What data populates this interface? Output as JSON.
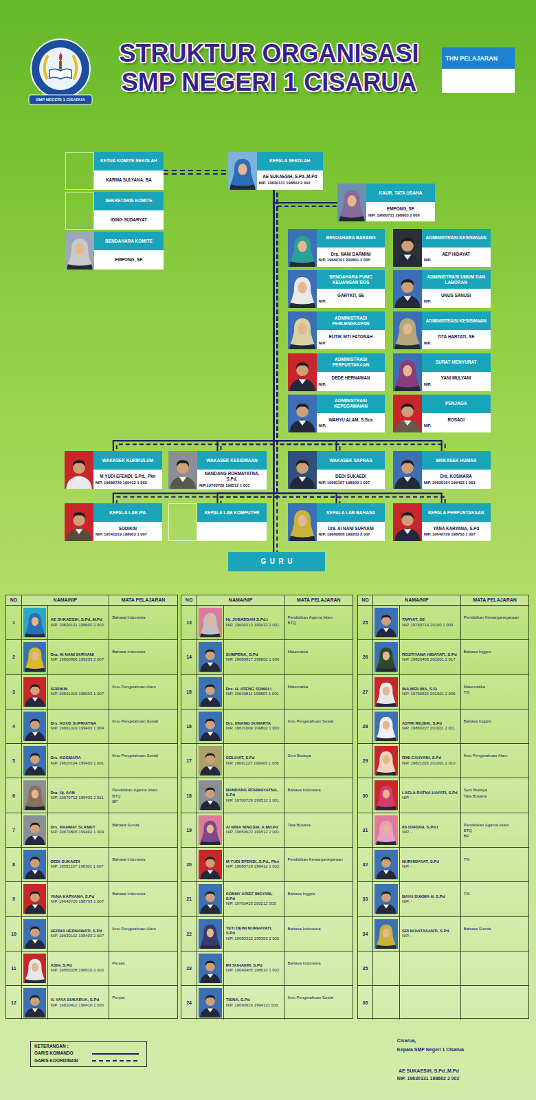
{
  "diagram": {
    "title": "STRUKTUR ORGANISASI SMP NEGERI 1 CISARUA",
    "nodes": [
      {
        "text": [
          "THN PELAJARAN"
        ]
      },
      {
        "text": [
          "KETUA KOMITE SEKOLAH",
          "KARMA SULYANA, BA"
        ]
      },
      {
        "text": [
          "KEPALA SEKOLAH",
          "AE SUKAESIH, S.Pd.,M.Pd",
          "NIP. 19630131 198602 2 002"
        ]
      },
      {
        "text": [
          "KAUR. TATA USAHA",
          "EMPONG, SE",
          "NIP. 19660711 198903 2 006"
        ]
      },
      {
        "text": [
          "SEKRETARIS KOMITE",
          "IDING SUDARYAT"
        ]
      },
      {
        "text": [
          "BENDAHARA KOMITE",
          "EMPONG, SE"
        ]
      },
      {
        "text": [
          "BENDAHARA BARANG",
          "Dra. NANI DARMINI",
          "NIP. 19660701 200801 2 005"
        ]
      },
      {
        "text": [
          "ADMINISTRASI KESISWAAN",
          "AEP HIDAYAT",
          "NIP."
        ]
      },
      {
        "text": [
          "BENDAHARA PUMC KEUANGAN BOS",
          "GARYATI, SE",
          "NIP."
        ]
      },
      {
        "text": [
          "ADMINISTRASI UMUM DAN LABORAN",
          "UNUS SANUSI",
          "NIP."
        ]
      },
      {
        "text": [
          "ADMINISTRASI PERLENGKAPAN",
          "EUTIK SITI FATONAH",
          "NIP."
        ]
      },
      {
        "text": [
          "ADMINISTRASI KESISWAAN",
          "TITA HARTATI, SE",
          "NIP."
        ]
      },
      {
        "text": [
          "ADMINISTRASI PERPUSTAKAAN",
          "DEDE HERNAWAN",
          "NIP."
        ]
      },
      {
        "text": [
          "SURAT MENYURAT",
          "YANI MULYANI",
          "NIP."
        ]
      },
      {
        "text": [
          "ADMINISTRASI KEPEGAWAIAN",
          "WAHYU ALAM, S.Sos",
          "NIP."
        ]
      },
      {
        "text": [
          "PENJAGA",
          "ROSADI",
          "NIP."
        ]
      },
      {
        "text": [
          "WAKASEK KURIKULUM",
          "M YUDI EFENDI, S.Pd., Pkn",
          "NIP. 19680729 199412 1 002"
        ]
      },
      {
        "text": [
          "WAKASEK KESISWAAN",
          "NANDANG ROHMAYATNA, S.Pd.",
          "NIP.19700729 199512 1 001"
        ]
      },
      {
        "text": [
          "WAKASEK SAPRAS",
          "DEDI SUKAEDI",
          "NIP. 19581107 198303 1 007"
        ]
      },
      {
        "text": [
          "WAKASEK HUMAS",
          "Drs. KOSMARA",
          "NIP. 19620104 199403 1 001"
        ]
      },
      {
        "text": [
          "KEPALA LAB IPA",
          "SODIKIN",
          "NIP. 19541019 198003 1 007"
        ]
      },
      {
        "text": [
          "KEPALA LAB KOMPUTER"
        ]
      },
      {
        "text": [
          "KEPALA LAB BAHASA",
          "Dra. AI NANI SURYANI",
          "NIP. 19660806 199203 2 007"
        ]
      },
      {
        "text": [
          "KEPALA PERPUSTAKAAN",
          "YANA KARYANA, S.Pd",
          "NIP. 19640720 198703 1 007"
        ]
      },
      {
        "text": [
          "GURU"
        ]
      }
    ],
    "edges": [
      {
        "from": 1,
        "to": 2,
        "arrow": "none"
      },
      {
        "from": 2,
        "to": 3,
        "arrow": "none"
      },
      {
        "from": 2,
        "to": 16,
        "arrow": "none"
      },
      {
        "from": 2,
        "to": 17,
        "arrow": "none"
      },
      {
        "from": 2,
        "to": 18,
        "arrow": "none"
      },
      {
        "from": 2,
        "to": 19,
        "arrow": "none"
      },
      {
        "from": 2,
        "to": 20,
        "arrow": "none"
      },
      {
        "from": 2,
        "to": 21,
        "arrow": "none"
      },
      {
        "from": 2,
        "to": 22,
        "arrow": "none"
      },
      {
        "from": 2,
        "to": 23,
        "arrow": "none"
      },
      {
        "from": 2,
        "to": 24,
        "arrow": "none"
      }
    ],
    "labels": [
      "SMP NEGERI 1 CISARUA",
      "NO",
      "NAMA/NIP",
      "MATA PELAJARAN",
      "1",
      "AE SUKAESIH, S.Pd.,M.Pd",
      "NIP. 19630131 198602 2 002",
      "Bahasa Indonesia",
      "2",
      "Dra. AI NANI SURYANI",
      "NIP. 19660806 199203 2 007",
      "Bahasa Indonesia",
      "3",
      "SODIKIN",
      "NIP. 19541019 198003 1 007",
      "Ilmu Pengetahuan Alam",
      "4",
      "Drs. AGUS SUPRIATNA",
      "NIP. 19661019 199403 1 004",
      "Ilmu Pengetahuan Sosial",
      "5",
      "Drs. KOSMARA",
      "NIP. 19620104 199403 1 001",
      "Ilmu Pengetahuan Sosial",
      "6",
      "Dra. Hj. AAN",
      "NIP. 19670715 199403 2 011",
      "Pendidikan Agama Islam",
      "BTQ",
      "BP",
      "7",
      "Drs. RAHMAT SLAMET",
      "NIP. 19670805 199402 1 009",
      "Bahasa Sunda",
      "8",
      "DEDI SUKAEDI",
      "NIP. 19581107 198303 1 007",
      "Bahasa Indonesia",
      "9",
      "YANA KARYANA, S.Pd",
      "NIP. 19640720 198703 1 007",
      "Bahasa Indonesia",
      "10",
      "HERNA HERNAWATI, S.Pd",
      "NIP. 19630102 198403 2 007",
      "Ilmu Pengetahuan Alam",
      "11",
      "ASIH, S.Pd",
      "NIP. 19650328 198610 2 003",
      "Penjas",
      "12",
      "H. YAYA SUKARUA, S.Pd",
      "NIP. 19620412 198410 1 006",
      "Penjas",
      "NO",
      "NAMA/NIP",
      "MATA PELAJARAN",
      "13",
      "Hj. JUBAEDAH S.Pd.I",
      "NIP. 19600313 199412 2 001",
      "Pendidikan Agama Islam",
      "BTQ",
      "14",
      "SUMPENA, S.Pd",
      "NIP. 19680917 199802 1 006",
      "Matematka",
      "15",
      "Drs. H. ATENG SOMALI",
      "NIP. 19640811 199803 1 001",
      "Matematka",
      "16",
      "Drs. ENANG SUNARYA",
      "NIP. 19631009 199802 1 003",
      "Ilmu Pengetahuan Sosial",
      "17",
      "SOLIHAT, S.Pd",
      "NIP. 19691127 199403 1 006",
      "Seni Budaya",
      "18",
      "NANDANG ROHMAYATNA, S.Pd",
      "NIP. 19700729 199512 1 001",
      "Bahasa Indonesia",
      "19",
      "AI NINA NINGSIH, A.Md.Pd",
      "NIP. 19650623 199512 2 001",
      "Tata Busana",
      "20",
      "M YUDI EFENDI, S.Pd., Pkn",
      "NIP. 19680729 199412 1 002",
      "Pendidikan Kewarganegaraan",
      "21",
      "SONNY ARIEF INSYANI, S.Pd",
      "NIP. 19760420 200212 003",
      "Bahasa Inggris",
      "22",
      "TETI DEWI NURHAYATI, S.Pd",
      "NIP. 19680315 199303 2 005",
      "Bahasa Indonesia",
      "23",
      "IRI SUHAERI, S.Pd",
      "NIP. 19640405 198610 1 002",
      "Bahasa Indonesia",
      "24",
      "TISNA, S.Pd",
      "NIP. 19690916 1994121 003",
      "Ilmu Pengetahuan Sosial",
      "NO",
      "NAMA/NIP",
      "MATA PELAJARAN",
      "25",
      "TARYAT, SE",
      "NIP. 19760714 20100 1 009",
      "Pendidikan Kewarganegaraan",
      "26",
      "ROSTIYANA HIDAYATI, S.Pd",
      "NIP. 19820403 201001 2 017",
      "Bahasa Inggris",
      "27",
      "INA MEILINA, S.Si",
      "NIP. 19750522 201001 2 005",
      "Matematika",
      "TIK",
      "28",
      "ASTRI REJEKI, S.Pd",
      "NIP. 19860227 201001 2 011",
      "Bahasa Inggris",
      "29",
      "RINI CAHYANI, S.Pd",
      "NIP. 19821026 201001 2 010",
      "Ilmu Pengetahuan Alam",
      "30",
      "LAELA RATNA HAYATI, S.Pd",
      "NIP. -",
      "Seni Budaya",
      "Tata Busana",
      "31",
      "IIS DARIAH, S.Pd.I",
      "NIP. -",
      "Pendidikan Agama Islam",
      "BTQ",
      "BP",
      "32",
      "NURHIDAYAT, S.Pd",
      "NIP. -",
      "TIK",
      "33",
      "BAYU SUKMA H, S.Pd",
      "NIP. -",
      "TIK",
      "34",
      "SRI NOVITASANTI, S.Pd",
      "NIP. -",
      "Bahasa Sunda",
      "35",
      "36",
      "KETERANGAN :",
      "Cisarua,",
      "Kepala SMP Negeri 1 Cisarua",
      "AE SUKAESIH, S.Pd.,M.Pd",
      "NIP. 19630131 198602 2 002"
    ],
    "legend": [
      {
        "text": "GARIS KOMANDO"
      },
      {
        "text": "GARIS KOORDINASI"
      }
    ]
  }
}
